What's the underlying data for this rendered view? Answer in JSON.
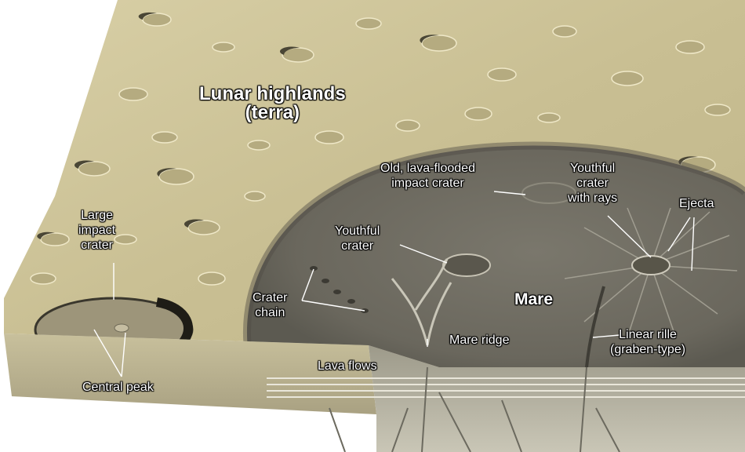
{
  "labels": {
    "highlands_line1": "Lunar highlands",
    "highlands_line2": "(terra)",
    "old_crater_line1": "Old, lava-flooded",
    "old_crater_line2": "impact crater",
    "youthful_rays_line1": "Youthful",
    "youthful_rays_line2": "crater",
    "youthful_rays_line3": "with rays",
    "ejecta": "Ejecta",
    "large_crater_line1": "Large",
    "large_crater_line2": "impact",
    "large_crater_line3": "crater",
    "youthful_crater_line1": "Youthful",
    "youthful_crater_line2": "crater",
    "crater_chain_line1": "Crater",
    "crater_chain_line2": "chain",
    "mare": "Mare",
    "mare_ridge": "Mare ridge",
    "linear_rille_line1": "Linear rille",
    "linear_rille_line2": "(graben-type)",
    "lava_flows": "Lava flows",
    "central_peak": "Central peak"
  },
  "colors": {
    "highlands": "#cdc39a",
    "mare": "#6f6c62",
    "block_side": "#b9b190",
    "label_text": "#ffffff"
  }
}
